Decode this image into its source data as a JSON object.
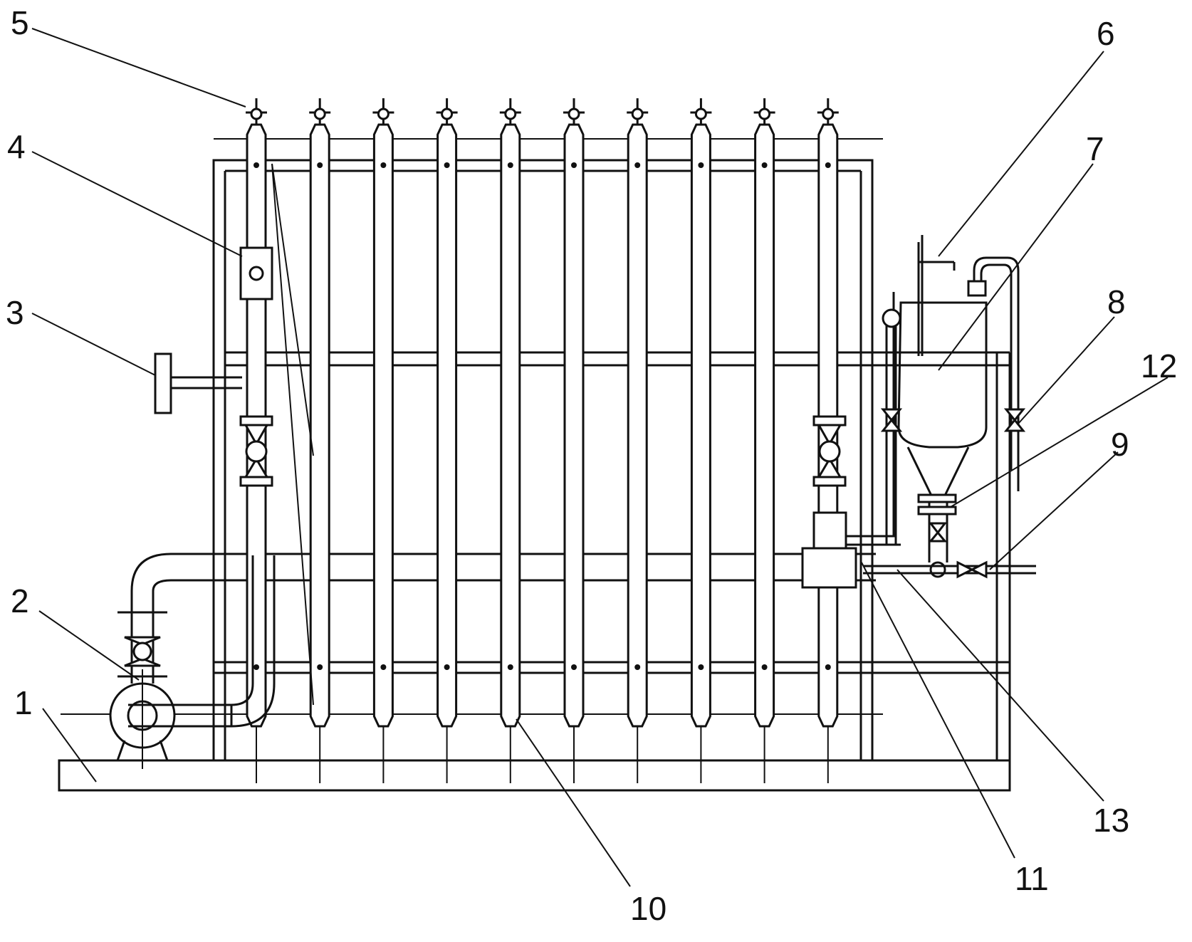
{
  "diagram": {
    "labels": [
      {
        "id": "p1",
        "text": "1"
      },
      {
        "id": "p2",
        "text": "2"
      },
      {
        "id": "p3",
        "text": "3"
      },
      {
        "id": "p4",
        "text": "4"
      },
      {
        "id": "p5",
        "text": "5"
      },
      {
        "id": "p6",
        "text": "6"
      },
      {
        "id": "p7",
        "text": "7"
      },
      {
        "id": "p8",
        "text": "8"
      },
      {
        "id": "p9",
        "text": "9"
      },
      {
        "id": "p10",
        "text": "10"
      },
      {
        "id": "p11",
        "text": "11"
      },
      {
        "id": "p12",
        "text": "12"
      },
      {
        "id": "p13",
        "text": "13"
      }
    ],
    "tube_count": 10
  }
}
